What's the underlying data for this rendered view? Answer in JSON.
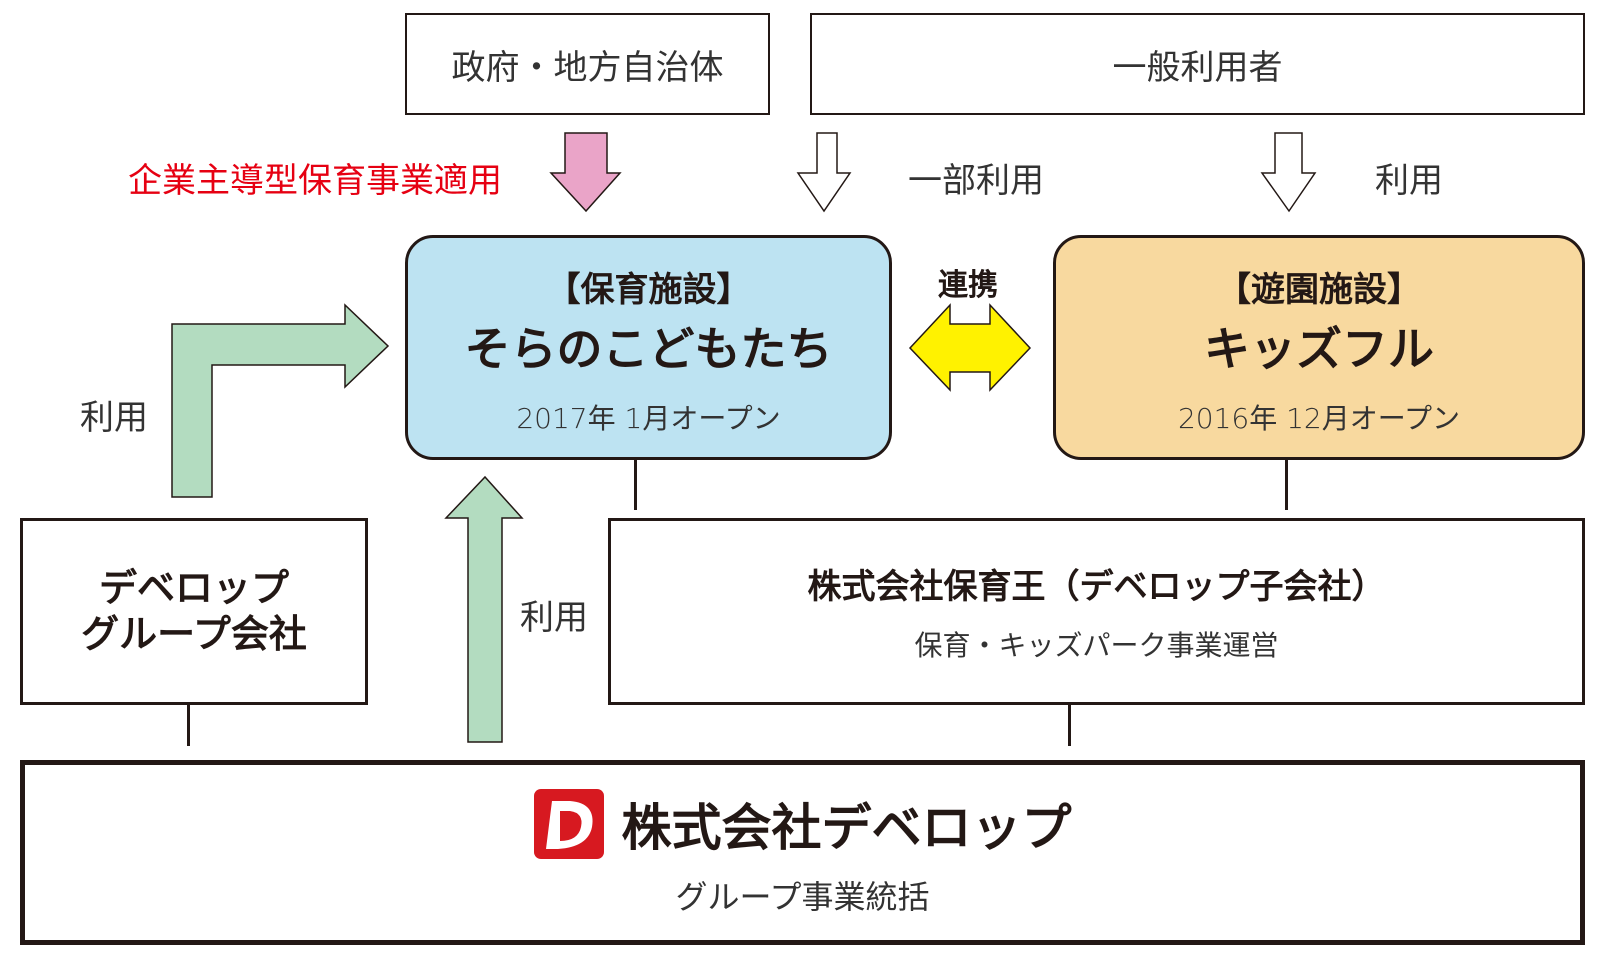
{
  "top": {
    "government": "政府・地方自治体",
    "general_users": "一般利用者"
  },
  "labels": {
    "business_program": "企業主導型保育事業適用",
    "partial_use": "一部利用",
    "use_right": "利用",
    "use_left": "利用",
    "use_center": "利用",
    "partnership": "連携"
  },
  "nursery": {
    "category": "【保育施設】",
    "name": "そらのこどもたち",
    "opened": "2017年 1月オープン"
  },
  "playground": {
    "category": "【遊園施設】",
    "name": "キッズフル",
    "opened": "2016年 12月オープン"
  },
  "group_companies": {
    "line1": "デベロップ",
    "line2": "グループ会社"
  },
  "subsidiary": {
    "name": "株式会社保育王（デベロップ子会社）",
    "role": "保育・キッズパーク事業運営"
  },
  "parent": {
    "logo_letter": "D",
    "name": "株式会社デベロップ",
    "role": "グループ事業統括"
  },
  "colors": {
    "nursery_bg": "#bde3f2",
    "playground_bg": "#f8d99f",
    "green_arrow": "#b3dcc0",
    "pink_arrow": "#eaa4c8",
    "yellow_arrow": "#fff200",
    "red_text": "#e60012",
    "logo_red": "#d71920"
  }
}
